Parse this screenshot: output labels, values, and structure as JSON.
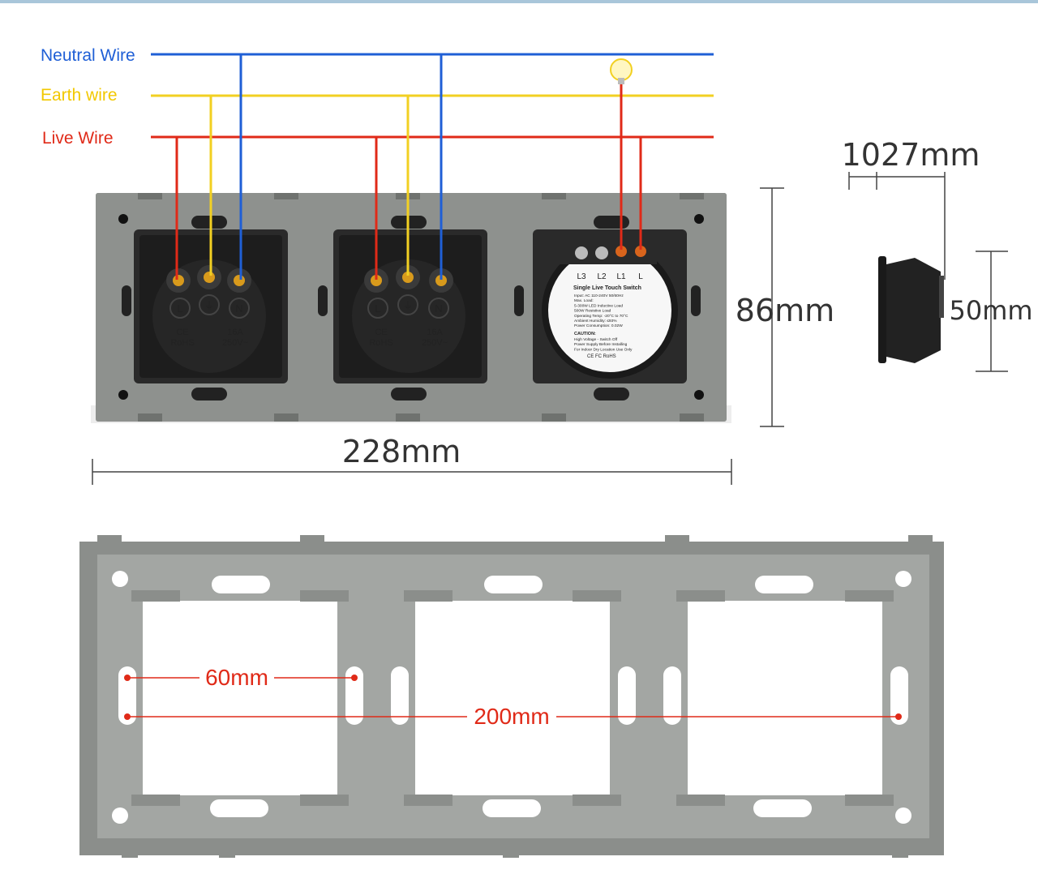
{
  "wires": {
    "neutral": {
      "label": "Neutral Wire",
      "color": "#1f5fd6"
    },
    "earth": {
      "label": "Earth wire",
      "color": "#f2d022"
    },
    "live": {
      "label": "Live Wire",
      "color": "#e02a18"
    }
  },
  "dimensions": {
    "width": "228mm",
    "height": "86mm",
    "depth_total": "1027mm",
    "depth_inner": "50mm",
    "mount_spacing_small": "60mm",
    "mount_spacing_large": "200mm"
  },
  "socket": {
    "pin_l": "L",
    "pin_earth": "⏚",
    "pin_n": "N",
    "mark_ce": "CE",
    "mark_rohs": "RoHS",
    "rating_a": "16A",
    "rating_v": "250V~"
  },
  "switch_module": {
    "terminals": [
      "L3",
      "L2",
      "L1",
      "L"
    ],
    "title": "Single Live Touch Switch",
    "lines": [
      "Input: AC 110-240V 50/60Hz",
      "Max. Load:",
      "5-300W LED Inductive Load",
      "500W Resistive Load",
      "Operating Temp: -20°C to 70°C",
      "Ambient Humidity: ≤93%",
      "Power Consumption: 0.02W"
    ],
    "caution_title": "CAUTION:",
    "caution_lines": [
      "High Voltage - Switch Off",
      "Power Supply Before Installing",
      "For Indoor Dry Location Use Only"
    ],
    "certs": "CE FC RoHS"
  },
  "colors": {
    "panel": "#8e918e",
    "panel_dark": "#6f726f",
    "frame": "#8b8e8b",
    "frame_inner": "#a3a6a3",
    "module": "#2a2a2a",
    "top_bar": "#a9c6da",
    "dimension_line": "#444444",
    "marker": "#e02a18"
  }
}
